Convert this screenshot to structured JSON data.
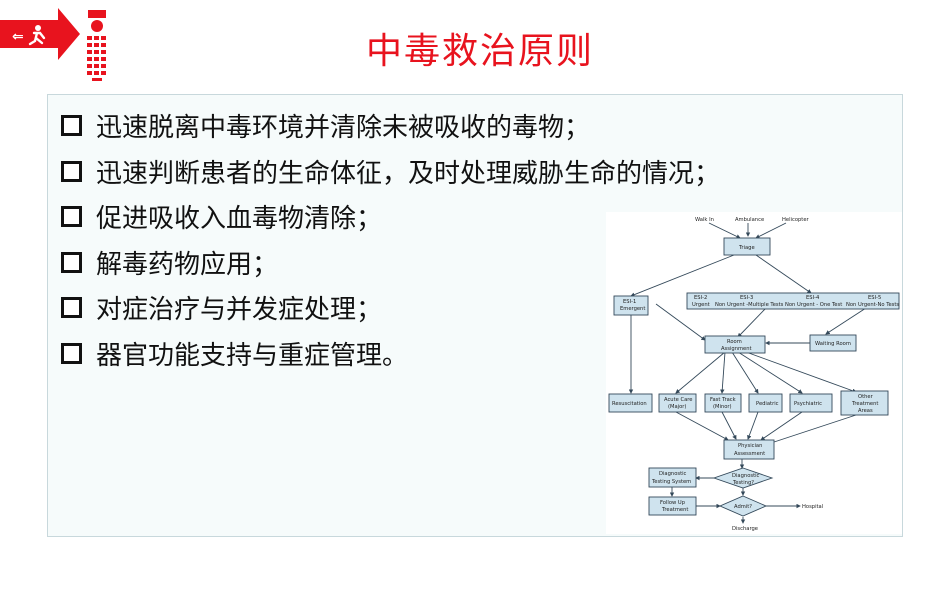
{
  "title": "中毒救治原则",
  "bullets": [
    "迅速脱离中毒环境并清除未被吸收的毒物；",
    "迅速判断患者的生命体征，及时处理威胁生命的情况；",
    "促进吸收入血毒物清除；",
    "解毒药物应用；",
    "对症治疗与并发症处理；",
    "器官功能支持与重症管理。"
  ],
  "flowchart": {
    "walkin": "Walk In",
    "ambulance": "Ambulance",
    "helicopter": "Helicopter",
    "triage": "Triage",
    "esi1": [
      "ESI-1",
      "Emergent"
    ],
    "esi2": [
      "ESI-2",
      "Urgent"
    ],
    "esi3": [
      "ESI-3",
      "Non Urgent -Multiple Tests"
    ],
    "esi4": [
      "ESI-4",
      "Non Urgent - One Test"
    ],
    "esi5": [
      "ESI-5",
      "Non Urgent-No Tests"
    ],
    "room": [
      "Room",
      "Assignment"
    ],
    "waiting": "Waiting Room",
    "resus": "Resuscitation",
    "acute": [
      "Acute Care",
      "(Major)"
    ],
    "fasttrack": [
      "Fast Track",
      "(Minor)"
    ],
    "pediatric": "Pediatric",
    "psych": "Psychiatric",
    "other": [
      "Other",
      "Treatment",
      "Areas"
    ],
    "physician": [
      "Physician",
      "Assessment"
    ],
    "dts": [
      "Diagnostic",
      "Testing System"
    ],
    "dtq": [
      "Diagnostic",
      "Testing?"
    ],
    "admit": "Admit?",
    "followup": [
      "Follow Up",
      "Treatment"
    ],
    "hospital": "Hospital",
    "discharge": "Discharge"
  },
  "colors": {
    "title": "#e8131e",
    "logo_red": "#e8131e"
  }
}
